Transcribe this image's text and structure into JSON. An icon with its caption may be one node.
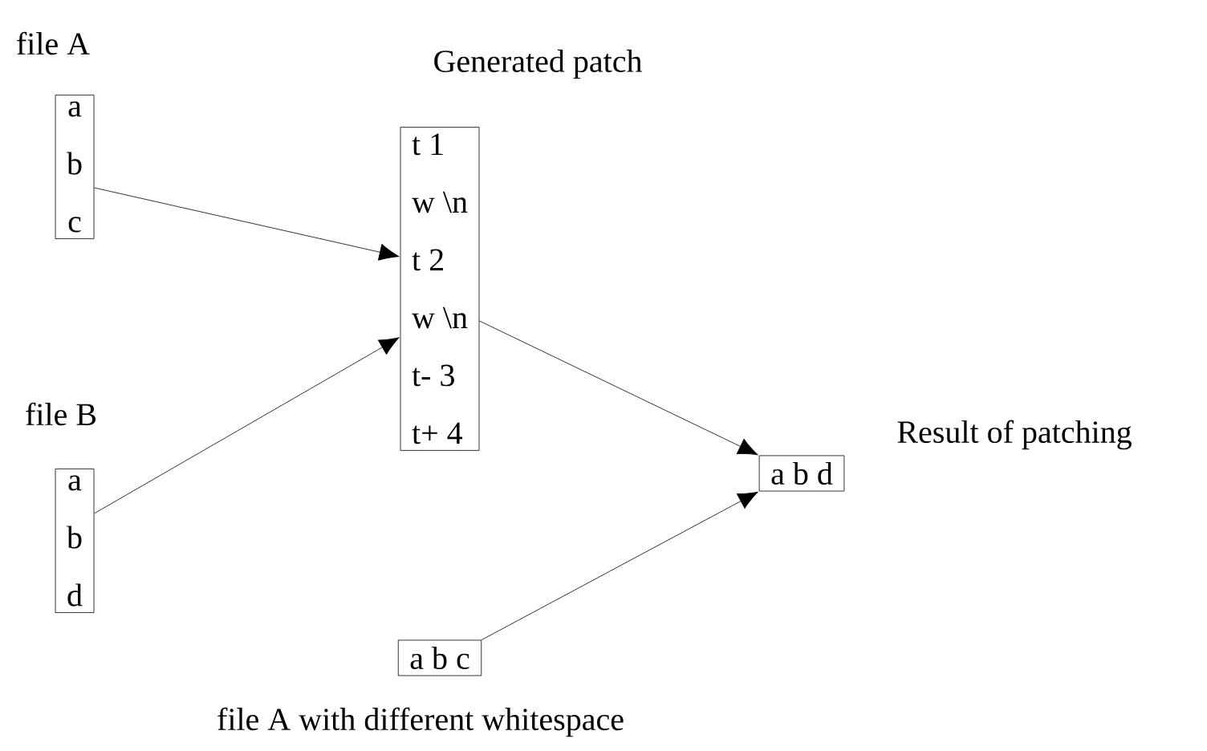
{
  "diagram": {
    "nodes": [
      {
        "text": [
          "file A",
          "a",
          "b",
          "c"
        ]
      },
      {
        "text": [
          "file B",
          "a",
          "b",
          "d"
        ]
      },
      {
        "text": [
          "Generated patch",
          "t 1",
          "w \\n",
          "t 2",
          "w \\n",
          "t- 3",
          "t+ 4"
        ]
      },
      {
        "text": [
          "Result of patching",
          "a b d"
        ]
      },
      {
        "text": [
          "a b c",
          "file A with different whitespace"
        ]
      }
    ],
    "edges": [
      {
        "from": 0,
        "to": 2,
        "arrow": "to"
      },
      {
        "from": 1,
        "to": 2,
        "arrow": "to"
      },
      {
        "from": 2,
        "to": 3,
        "arrow": "to"
      },
      {
        "from": 4,
        "to": 3,
        "arrow": "to"
      }
    ]
  }
}
